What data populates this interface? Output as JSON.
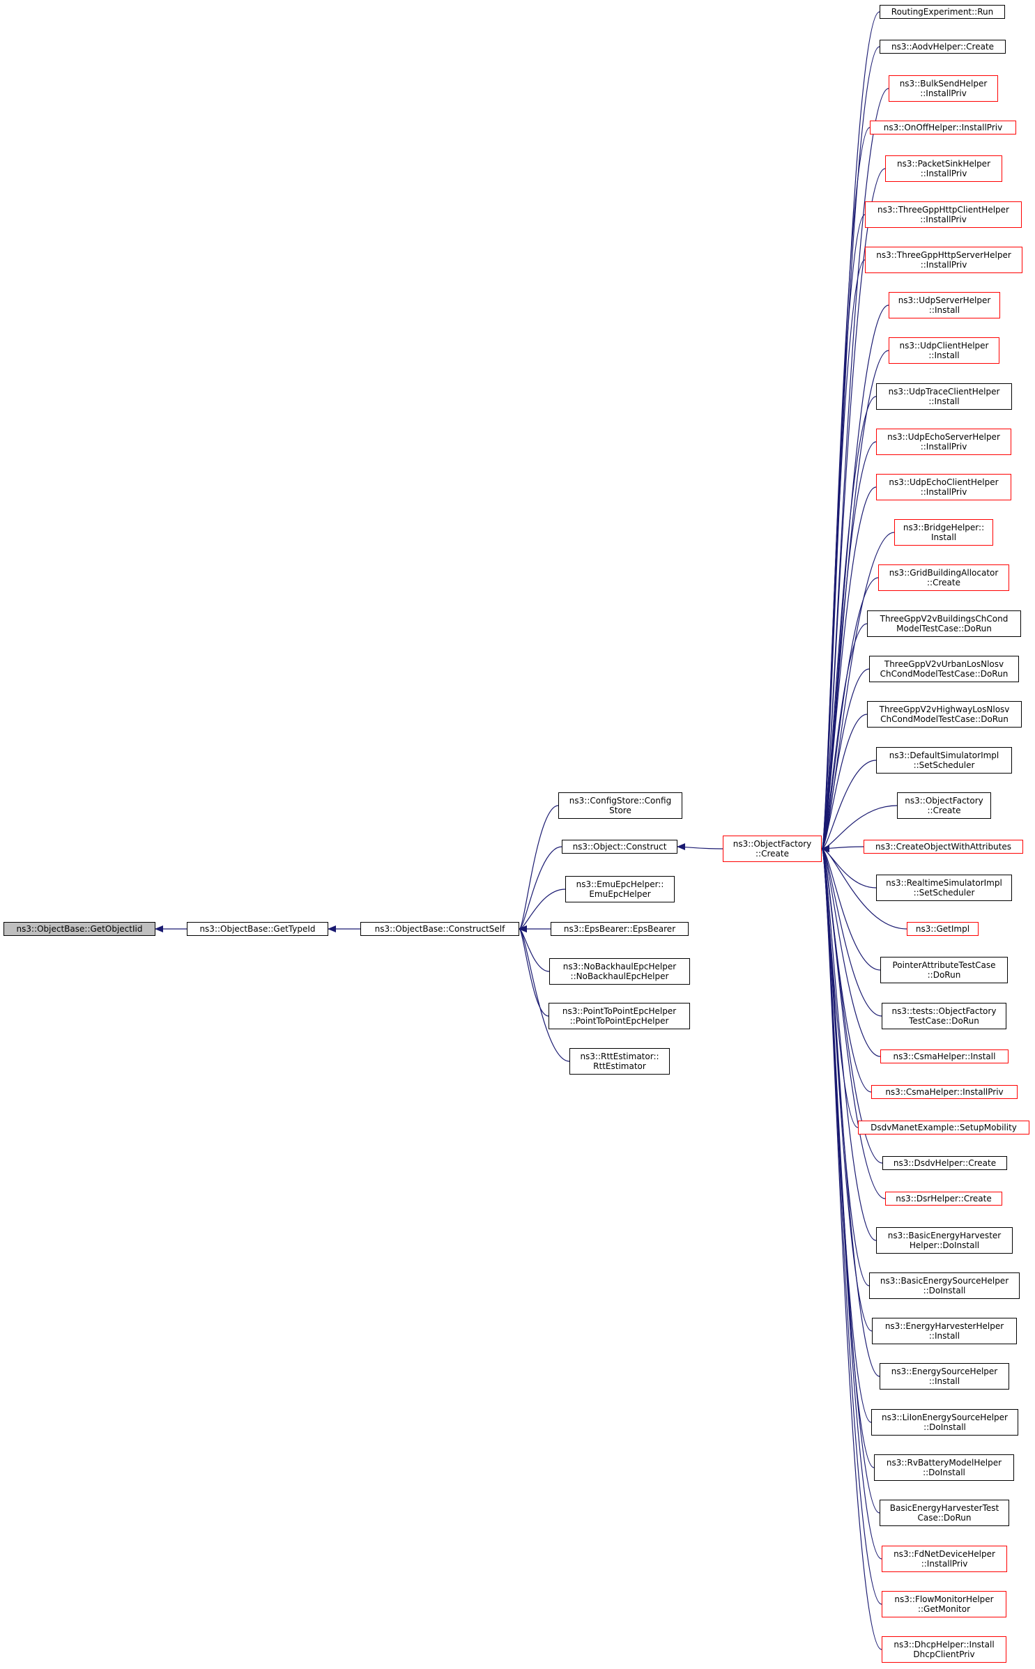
{
  "colors": {
    "edge": "#191970",
    "border_normal": "#000000",
    "border_truncated": "#ff0000",
    "focus_fill": "#bfbfbf"
  },
  "nodes": [
    {
      "id": "getobjectiid",
      "label": "ns3::ObjectBase::GetObjectIid",
      "style": "focus"
    },
    {
      "id": "gettypeid",
      "label": "ns3::ObjectBase::GetTypeId",
      "style": "black"
    },
    {
      "id": "constructself",
      "label": "ns3::ObjectBase::ConstructSelf",
      "style": "black"
    },
    {
      "id": "configstore",
      "label": "ns3::ConfigStore::Config\nStore",
      "style": "black"
    },
    {
      "id": "object-construct",
      "label": "ns3::Object::Construct",
      "style": "black"
    },
    {
      "id": "emuepchelper",
      "label": "ns3::EmuEpcHelper::\nEmuEpcHelper",
      "style": "black"
    },
    {
      "id": "epsbearer",
      "label": "ns3::EpsBearer::EpsBearer",
      "style": "black"
    },
    {
      "id": "nobackhaul",
      "label": "ns3::NoBackhaulEpcHelper\n::NoBackhaulEpcHelper",
      "style": "black"
    },
    {
      "id": "p2pepchelper",
      "label": "ns3::PointToPointEpcHelper\n::PointToPointEpcHelper",
      "style": "black"
    },
    {
      "id": "rttestimator",
      "label": "ns3::RttEstimator::\nRttEstimator",
      "style": "black"
    },
    {
      "id": "objectfactory-create",
      "label": "ns3::ObjectFactory\n::Create",
      "style": "red"
    },
    {
      "id": "r01",
      "label": "RoutingExperiment::Run",
      "style": "black"
    },
    {
      "id": "r02",
      "label": "ns3::AodvHelper::Create",
      "style": "black"
    },
    {
      "id": "r03",
      "label": "ns3::BulkSendHelper\n::InstallPriv",
      "style": "red"
    },
    {
      "id": "r04",
      "label": "ns3::OnOffHelper::InstallPriv",
      "style": "red"
    },
    {
      "id": "r05",
      "label": "ns3::PacketSinkHelper\n::InstallPriv",
      "style": "red"
    },
    {
      "id": "r06",
      "label": "ns3::ThreeGppHttpClientHelper\n::InstallPriv",
      "style": "red"
    },
    {
      "id": "r07",
      "label": "ns3::ThreeGppHttpServerHelper\n::InstallPriv",
      "style": "red"
    },
    {
      "id": "r08",
      "label": "ns3::UdpServerHelper\n::Install",
      "style": "red"
    },
    {
      "id": "r09",
      "label": "ns3::UdpClientHelper\n::Install",
      "style": "red"
    },
    {
      "id": "r10",
      "label": "ns3::UdpTraceClientHelper\n::Install",
      "style": "black"
    },
    {
      "id": "r11",
      "label": "ns3::UdpEchoServerHelper\n::InstallPriv",
      "style": "red"
    },
    {
      "id": "r12",
      "label": "ns3::UdpEchoClientHelper\n::InstallPriv",
      "style": "red"
    },
    {
      "id": "r13",
      "label": "ns3::BridgeHelper::\nInstall",
      "style": "red"
    },
    {
      "id": "r14",
      "label": "ns3::GridBuildingAllocator\n::Create",
      "style": "red"
    },
    {
      "id": "r15",
      "label": "ThreeGppV2vBuildingsChCond\nModelTestCase::DoRun",
      "style": "black"
    },
    {
      "id": "r16",
      "label": "ThreeGppV2vUrbanLosNlosv\nChCondModelTestCase::DoRun",
      "style": "black"
    },
    {
      "id": "r17",
      "label": "ThreeGppV2vHighwayLosNlosv\nChCondModelTestCase::DoRun",
      "style": "black"
    },
    {
      "id": "r18",
      "label": "ns3::DefaultSimulatorImpl\n::SetScheduler",
      "style": "black"
    },
    {
      "id": "r19",
      "label": "ns3::ObjectFactory\n::Create",
      "style": "black"
    },
    {
      "id": "r20",
      "label": "ns3::CreateObjectWithAttributes",
      "style": "red"
    },
    {
      "id": "r21",
      "label": "ns3::RealtimeSimulatorImpl\n::SetScheduler",
      "style": "black"
    },
    {
      "id": "r22",
      "label": "ns3::GetImpl",
      "style": "red"
    },
    {
      "id": "r23",
      "label": "PointerAttributeTestCase\n::DoRun",
      "style": "black"
    },
    {
      "id": "r24",
      "label": "ns3::tests::ObjectFactory\nTestCase::DoRun",
      "style": "black"
    },
    {
      "id": "r25",
      "label": "ns3::CsmaHelper::Install",
      "style": "red"
    },
    {
      "id": "r26",
      "label": "ns3::CsmaHelper::InstallPriv",
      "style": "red"
    },
    {
      "id": "r27",
      "label": "DsdvManetExample::SetupMobility",
      "style": "red"
    },
    {
      "id": "r28",
      "label": "ns3::DsdvHelper::Create",
      "style": "black"
    },
    {
      "id": "r29",
      "label": "ns3::DsrHelper::Create",
      "style": "red"
    },
    {
      "id": "r30",
      "label": "ns3::BasicEnergyHarvester\nHelper::DoInstall",
      "style": "black"
    },
    {
      "id": "r31",
      "label": "ns3::BasicEnergySourceHelper\n::DoInstall",
      "style": "black"
    },
    {
      "id": "r32",
      "label": "ns3::EnergyHarvesterHelper\n::Install",
      "style": "black"
    },
    {
      "id": "r33",
      "label": "ns3::EnergySourceHelper\n::Install",
      "style": "black"
    },
    {
      "id": "r34",
      "label": "ns3::LiIonEnergySourceHelper\n::DoInstall",
      "style": "black"
    },
    {
      "id": "r35",
      "label": "ns3::RvBatteryModelHelper\n::DoInstall",
      "style": "black"
    },
    {
      "id": "r36",
      "label": "BasicEnergyHarvesterTest\nCase::DoRun",
      "style": "black"
    },
    {
      "id": "r37",
      "label": "ns3::FdNetDeviceHelper\n::InstallPriv",
      "style": "red"
    },
    {
      "id": "r38",
      "label": "ns3::FlowMonitorHelper\n::GetMonitor",
      "style": "red"
    },
    {
      "id": "r39",
      "label": "ns3::DhcpHelper::Install\nDhcpClientPriv",
      "style": "red"
    }
  ],
  "edges": [
    {
      "from": "gettypeid",
      "to": "getobjectiid"
    },
    {
      "from": "constructself",
      "to": "gettypeid"
    },
    {
      "from": "configstore",
      "to": "constructself"
    },
    {
      "from": "object-construct",
      "to": "constructself"
    },
    {
      "from": "emuepchelper",
      "to": "constructself"
    },
    {
      "from": "epsbearer",
      "to": "constructself"
    },
    {
      "from": "nobackhaul",
      "to": "constructself"
    },
    {
      "from": "p2pepchelper",
      "to": "constructself"
    },
    {
      "from": "rttestimator",
      "to": "constructself"
    },
    {
      "from": "objectfactory-create",
      "to": "object-construct"
    },
    {
      "from": "r01",
      "to": "objectfactory-create"
    },
    {
      "from": "r02",
      "to": "objectfactory-create"
    },
    {
      "from": "r03",
      "to": "objectfactory-create"
    },
    {
      "from": "r04",
      "to": "objectfactory-create"
    },
    {
      "from": "r05",
      "to": "objectfactory-create"
    },
    {
      "from": "r06",
      "to": "objectfactory-create"
    },
    {
      "from": "r07",
      "to": "objectfactory-create"
    },
    {
      "from": "r08",
      "to": "objectfactory-create"
    },
    {
      "from": "r09",
      "to": "objectfactory-create"
    },
    {
      "from": "r10",
      "to": "objectfactory-create"
    },
    {
      "from": "r11",
      "to": "objectfactory-create"
    },
    {
      "from": "r12",
      "to": "objectfactory-create"
    },
    {
      "from": "r13",
      "to": "objectfactory-create"
    },
    {
      "from": "r14",
      "to": "objectfactory-create"
    },
    {
      "from": "r15",
      "to": "objectfactory-create"
    },
    {
      "from": "r16",
      "to": "objectfactory-create"
    },
    {
      "from": "r17",
      "to": "objectfactory-create"
    },
    {
      "from": "r18",
      "to": "objectfactory-create"
    },
    {
      "from": "r19",
      "to": "objectfactory-create"
    },
    {
      "from": "r20",
      "to": "objectfactory-create"
    },
    {
      "from": "r21",
      "to": "objectfactory-create"
    },
    {
      "from": "r22",
      "to": "objectfactory-create"
    },
    {
      "from": "r23",
      "to": "objectfactory-create"
    },
    {
      "from": "r24",
      "to": "objectfactory-create"
    },
    {
      "from": "r25",
      "to": "objectfactory-create"
    },
    {
      "from": "r26",
      "to": "objectfactory-create"
    },
    {
      "from": "r27",
      "to": "objectfactory-create"
    },
    {
      "from": "r28",
      "to": "objectfactory-create"
    },
    {
      "from": "r29",
      "to": "objectfactory-create"
    },
    {
      "from": "r30",
      "to": "objectfactory-create"
    },
    {
      "from": "r31",
      "to": "objectfactory-create"
    },
    {
      "from": "r32",
      "to": "objectfactory-create"
    },
    {
      "from": "r33",
      "to": "objectfactory-create"
    },
    {
      "from": "r34",
      "to": "objectfactory-create"
    },
    {
      "from": "r35",
      "to": "objectfactory-create"
    },
    {
      "from": "r36",
      "to": "objectfactory-create"
    },
    {
      "from": "r37",
      "to": "objectfactory-create"
    },
    {
      "from": "r38",
      "to": "objectfactory-create"
    },
    {
      "from": "r39",
      "to": "objectfactory-create"
    }
  ]
}
